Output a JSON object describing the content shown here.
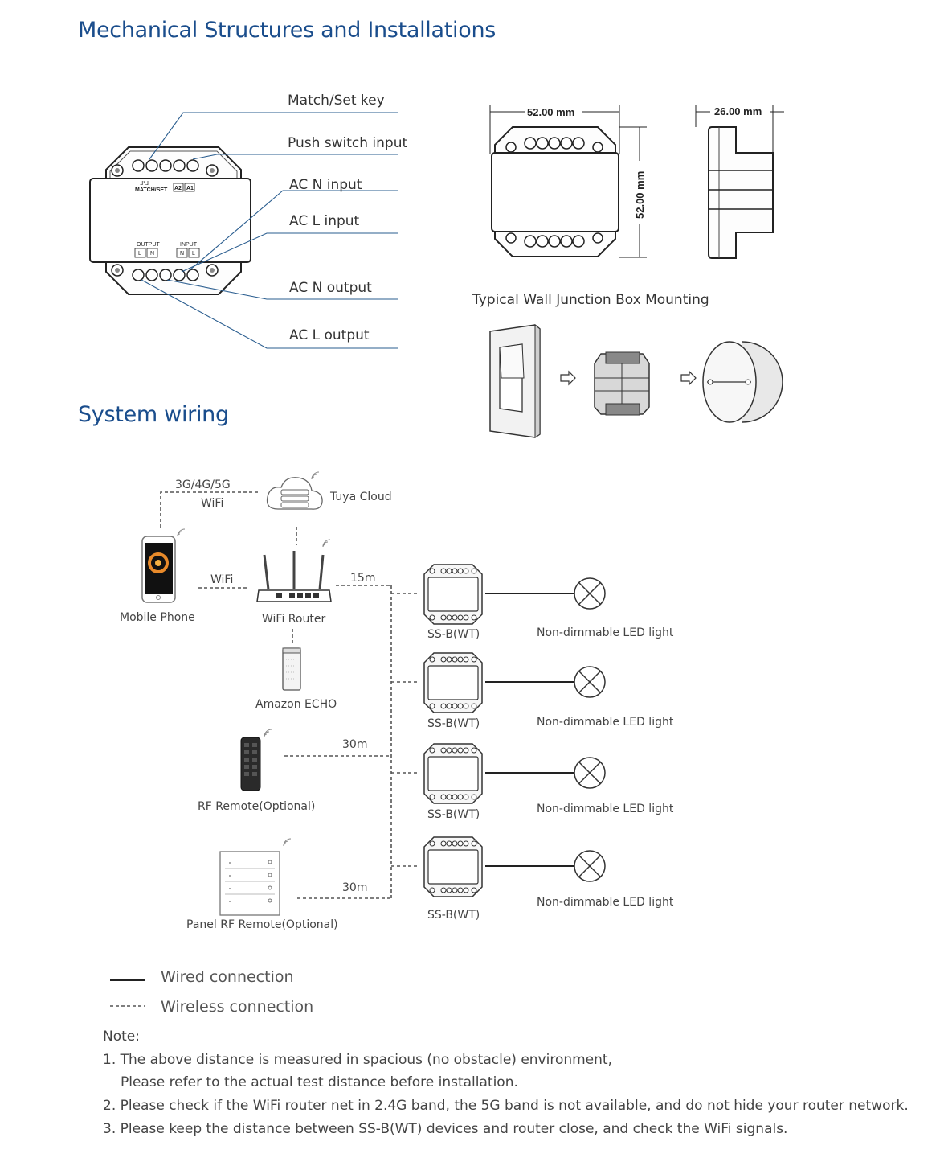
{
  "headings": {
    "mechanical": "Mechanical Structures and Installations",
    "wiring": "System wiring"
  },
  "device_labels": {
    "match_set_key": "Match/Set key",
    "push_switch": "Push switch input",
    "ac_n_input": "AC N input",
    "ac_l_input": "AC L input",
    "ac_n_output": "AC N output",
    "ac_l_output": "AC L output",
    "silk_match": "MATCH/SET",
    "silk_output": "OUTPUT",
    "silk_input": "INPUT",
    "silk_l": "L",
    "silk_n": "N",
    "silk_a2": "A2",
    "silk_a1": "A1"
  },
  "dimensions": {
    "width": "52.00 mm",
    "height": "52.00 mm",
    "depth": "26.00 mm"
  },
  "mounting_title": "Typical Wall Junction Box Mounting",
  "wiring": {
    "cellular": "3G/4G/5G",
    "wifi": "WiFi",
    "tuya_cloud": "Tuya Cloud",
    "mobile_phone": "Mobile Phone",
    "wifi_link": "WiFi",
    "wifi_router": "WiFi Router",
    "distance_15": "15m",
    "amazon_echo": "Amazon ECHO",
    "distance_30a": "30m",
    "rf_remote": "RF Remote(Optional)",
    "distance_30b": "30m",
    "panel_remote": "Panel RF Remote(Optional)",
    "devices": [
      {
        "model": "SS-B(WT)",
        "load": "Non-dimmable LED light"
      },
      {
        "model": "SS-B(WT)",
        "load": "Non-dimmable LED light"
      },
      {
        "model": "SS-B(WT)",
        "load": "Non-dimmable LED light"
      },
      {
        "model": "SS-B(WT)",
        "load": "Non-dimmable LED light"
      }
    ]
  },
  "legend": {
    "wired": "Wired connection",
    "wireless": "Wireless connection"
  },
  "notes": {
    "title": "Note:",
    "line1": "1. The above distance is measured in spacious (no obstacle) environment,",
    "line1b": "Please refer to the actual test distance before installation.",
    "line2": "2. Please check if the WiFi router net in 2.4G band, the 5G band is not available, and do not hide your router network.",
    "line3": "3. Please keep the distance between SS-B(WT) devices and router close, and check the WiFi signals."
  }
}
